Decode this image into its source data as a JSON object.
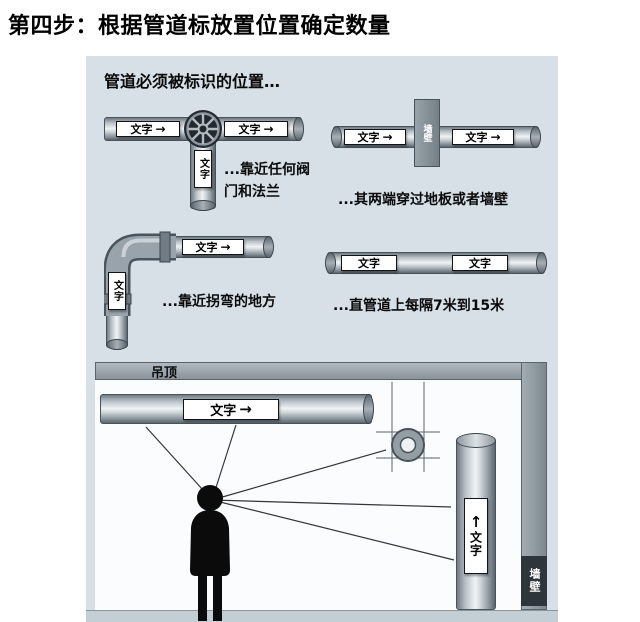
{
  "title": "第四步：根据管道标放置位置确定数量",
  "panel": {
    "heading": "管道必须被标识的位置…"
  },
  "valve_diagram": {
    "left_label": "文字",
    "left_arrow": "→",
    "right_label": "文字",
    "right_arrow": "→",
    "bottom_label": "文字",
    "caption_line1": "...靠近任何阀",
    "caption_line2": "门和法兰"
  },
  "wall_diagram": {
    "wall_text": "墙壁",
    "left_label": "文字",
    "left_arrow": "→",
    "right_label": "文字",
    "right_arrow": "→",
    "caption": "...其两端穿过地板或者墙壁"
  },
  "elbow_diagram": {
    "pipe_label": "文字",
    "pipe_arrow": "→",
    "vertical_label": "文字",
    "caption": "...靠近拐弯的地方"
  },
  "straight_diagram": {
    "left_label": "文字",
    "right_label": "文字",
    "caption": "...直管道上每隔7米到15米"
  },
  "scene": {
    "ceiling_label": "吊顶",
    "wall_label": "墙壁",
    "horizontal_pipe_label": "文字",
    "horizontal_pipe_arrow": "→",
    "vertical_pipe_label": "文字",
    "vertical_pipe_arrow": "↑"
  },
  "colors": {
    "panel_background": "#d7e0e7",
    "pipe_shadow": "#5c666e",
    "pipe_highlight": "#f0f3f5",
    "wall_gray": "#7d8890",
    "label_background": "#ffffff",
    "text_color": "#000000"
  }
}
